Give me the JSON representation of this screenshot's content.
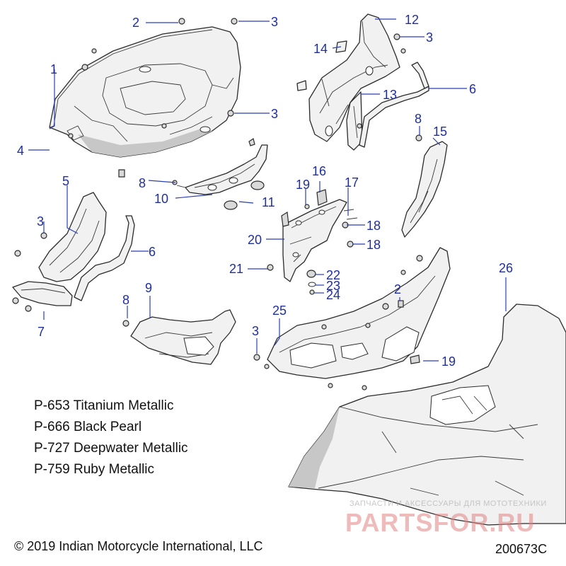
{
  "callouts": [
    "1",
    "2",
    "3",
    "3",
    "3",
    "4",
    "5",
    "3",
    "6",
    "7",
    "8",
    "9",
    "10",
    "8",
    "11",
    "12",
    "3",
    "14",
    "13",
    "6",
    "8",
    "15",
    "16",
    "19",
    "17",
    "18",
    "18",
    "20",
    "21",
    "22",
    "23",
    "24",
    "2",
    "25",
    "3",
    "19",
    "26"
  ],
  "paint_codes": [
    "P-653 Titanium Metallic",
    "P-666 Black Pearl",
    "P-727 Deepwater Metallic",
    "P-759 Ruby Metallic"
  ],
  "copyright": "© 2019 Indian Motorcycle International, LLC",
  "drawing_number": "200673C",
  "watermark": {
    "line1": "ЗАПЧАСТИ И АКСЕССУАРЫ ДЛЯ МОТОТЕХНИКИ",
    "line2": "PARTSFOR.RU"
  },
  "colors": {
    "callout": "#1f2fa0",
    "leader": "#2a3fb3",
    "part_stroke": "#2b2b2b",
    "watermark": "#e08282"
  }
}
